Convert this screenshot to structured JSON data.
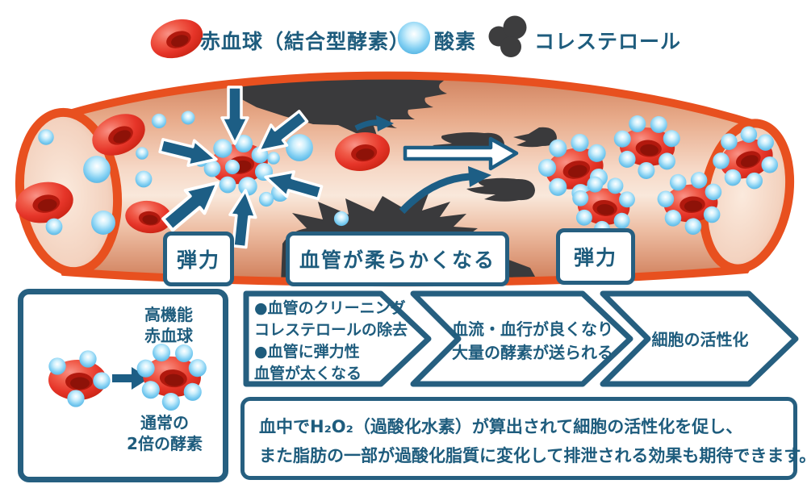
{
  "colors": {
    "accent_blue": "#265f80",
    "text_blue": "#1e5c7d",
    "arrow_blue": "#1d5e85",
    "vessel_orange": "#e8501f",
    "vessel_inner_light": "#f9e8db",
    "vessel_inner_dark": "#d0825f",
    "red_blood_cell": "#e63529",
    "oxygen_blue": "#7fcef2",
    "cholesterol_dark": "#3a3a3c",
    "background": "#ffffff"
  },
  "legend": {
    "items": [
      {
        "icon": "red-blood-cell-icon",
        "label": "赤血球（結合型酵素）"
      },
      {
        "icon": "oxygen-icon",
        "label": "酸素"
      },
      {
        "icon": "cholesterol-icon",
        "label": "コレステロール"
      }
    ]
  },
  "vessel_labels": {
    "elasticity_left": "弾力",
    "soften": "血管が柔らかくなる",
    "elasticity_right": "弾力"
  },
  "left_box": {
    "title_lines": [
      "高機能",
      "赤血球"
    ],
    "caption_lines": [
      "通常の",
      "2倍の酵素"
    ]
  },
  "flow_steps": [
    {
      "lines": [
        "●血管のクリーニング",
        "コレステロールの除去",
        "●血管に弾力性",
        "血管が太くなる"
      ]
    },
    {
      "lines": [
        "血流・血行が良くなり",
        "大量の酵素が送られる"
      ]
    },
    {
      "lines": [
        "細胞の活性化"
      ]
    }
  ],
  "bottom_note": {
    "lines": [
      "血中でH₂O₂（過酸化水素）が算出されて細胞の活性化を促し、",
      "また脂肪の一部が過酸化脂質に変化して排泄される効果も期待できます。"
    ]
  }
}
